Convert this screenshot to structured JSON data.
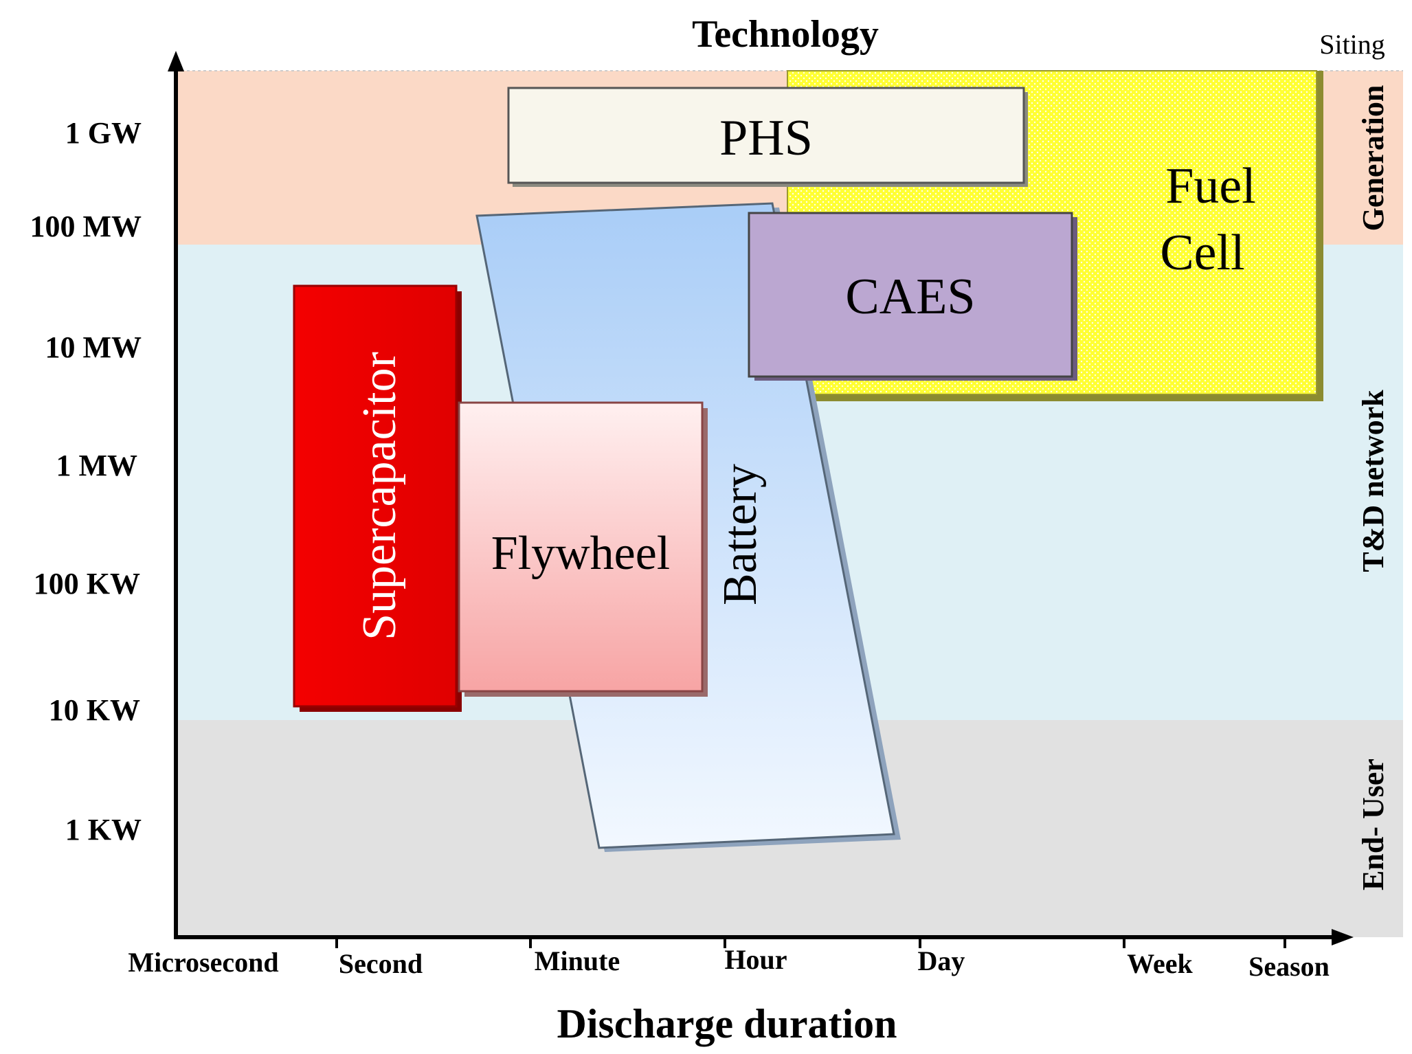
{
  "title": "Technology",
  "siting_label": "Siting",
  "x_axis": {
    "label": "Discharge duration",
    "ticks": [
      "Microsecond",
      "Second",
      "Minute",
      "Hour",
      "Day",
      "Week",
      "Season"
    ]
  },
  "y_axis": {
    "ticks": [
      "1 GW",
      "100 MW",
      "10 MW",
      "1 MW",
      "100 KW",
      "10 KW",
      "1 KW"
    ]
  },
  "zones": [
    {
      "name": "Generation",
      "color": "#fbd9c6"
    },
    {
      "name": "T&D network",
      "color": "#dff0f5"
    },
    {
      "name": "End- User",
      "color": "#e1e1e1"
    }
  ],
  "technologies": {
    "phs": {
      "label": "PHS",
      "color": "#f8f6ec"
    },
    "fuel_cell": {
      "label_line1": "Fuel",
      "label_line2": "Cell",
      "color": "#ffff33"
    },
    "caes": {
      "label": "CAES",
      "color": "#bba7d1"
    },
    "battery": {
      "label": "Battery",
      "color": "#bcd8f8"
    },
    "supercapacitor": {
      "label": "Supercapacitor",
      "color": "#ee0000"
    },
    "flywheel": {
      "label": "Flywheel",
      "color": "#f9b5b5"
    }
  }
}
